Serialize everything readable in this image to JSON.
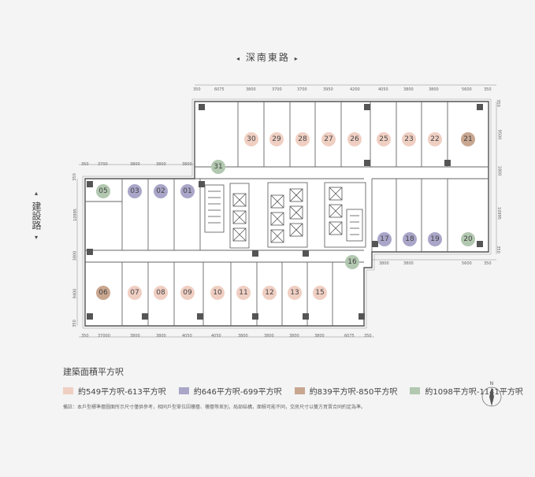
{
  "streets": {
    "top": "深南東路",
    "left": "建設路"
  },
  "legend": {
    "title": "建築面積平方呎",
    "items": [
      {
        "label": "約549平方呎-613平方呎",
        "color": "#f0cfc3"
      },
      {
        "label": "約646平方呎-699平方呎",
        "color": "#aaa6c9"
      },
      {
        "label": "約839平方呎-850平方呎",
        "color": "#c9a690"
      },
      {
        "label": "約1098平方呎-1141平方呎",
        "color": "#b2c8b0"
      }
    ]
  },
  "note": "備註：本戶型標準層圖面所示尺寸僅供參考，相同戶型單位因樓層、樓層等差別，局部結構，面積可能不同，交房尺寸以雙方買賣合同約定為準。",
  "compass": {
    "label": "N"
  },
  "dimensions": {
    "top_upper": [
      "350",
      "6075",
      "3800",
      "3700",
      "3700",
      "3950",
      "4200",
      "4050",
      "3800",
      "3800",
      "5600",
      "350"
    ],
    "top_lower": [
      "350",
      "3700",
      "3800",
      "3800",
      "3800"
    ],
    "bottom": [
      "350",
      "37000",
      "3800",
      "3800",
      "4050",
      "4050",
      "3800",
      "3800",
      "3800",
      "3800",
      "6075",
      "350"
    ],
    "right_upper": [
      "350",
      "9500",
      "1800"
    ],
    "right_lower": [
      "10995",
      "350"
    ],
    "mid_right": [
      "3800",
      "3800",
      "5600",
      "350"
    ],
    "left": [
      "350",
      "10995",
      "3800",
      "9400",
      "350"
    ]
  },
  "units": [
    {
      "id": "30",
      "cat": 0
    },
    {
      "id": "29",
      "cat": 0
    },
    {
      "id": "28",
      "cat": 0
    },
    {
      "id": "27",
      "cat": 0
    },
    {
      "id": "26",
      "cat": 0
    },
    {
      "id": "25",
      "cat": 0
    },
    {
      "id": "23",
      "cat": 0
    },
    {
      "id": "22",
      "cat": 0
    },
    {
      "id": "21",
      "cat": 2
    },
    {
      "id": "31",
      "cat": 3
    },
    {
      "id": "05",
      "cat": 3
    },
    {
      "id": "03",
      "cat": 1
    },
    {
      "id": "02",
      "cat": 1
    },
    {
      "id": "01",
      "cat": 1
    },
    {
      "id": "17",
      "cat": 1
    },
    {
      "id": "18",
      "cat": 1
    },
    {
      "id": "19",
      "cat": 1
    },
    {
      "id": "20",
      "cat": 3
    },
    {
      "id": "16",
      "cat": 3
    },
    {
      "id": "06",
      "cat": 2
    },
    {
      "id": "07",
      "cat": 0
    },
    {
      "id": "08",
      "cat": 0
    },
    {
      "id": "09",
      "cat": 0
    },
    {
      "id": "10",
      "cat": 0
    },
    {
      "id": "11",
      "cat": 0
    },
    {
      "id": "12",
      "cat": 0
    },
    {
      "id": "13",
      "cat": 0
    },
    {
      "id": "15",
      "cat": 0
    }
  ]
}
